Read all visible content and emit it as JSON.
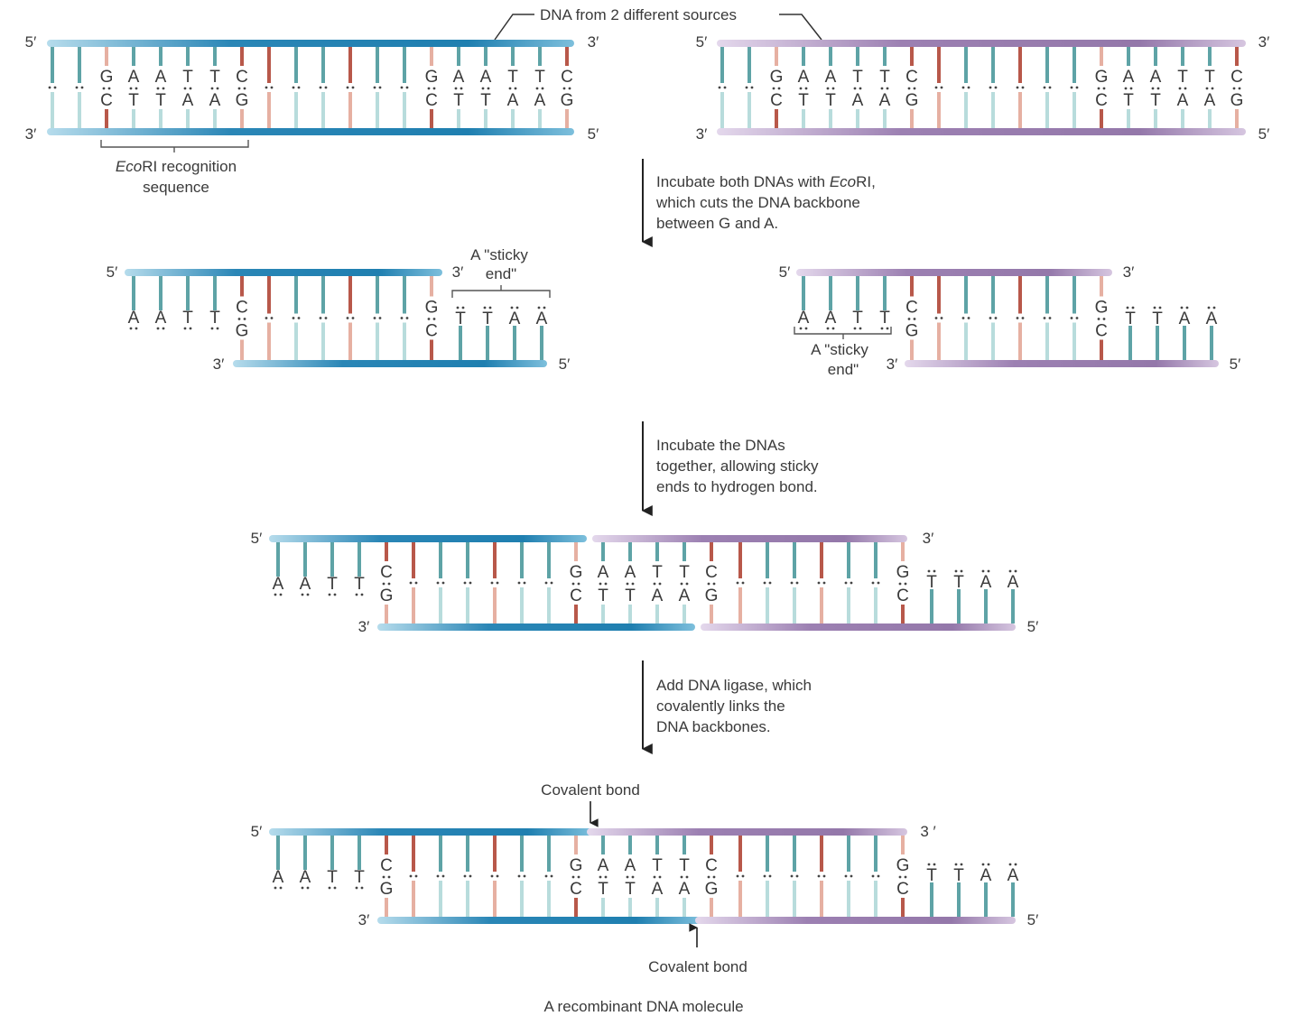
{
  "colors": {
    "blue_strand": "#1f7fb0",
    "blue_light": "#9cd0e6",
    "purple_strand": "#9b7fb0",
    "purple_light": "#ddd0e6",
    "rung_teal": "#5ea3a6",
    "rung_teal_light": "#b8dcdc",
    "rung_red": "#b8584a",
    "rung_pink": "#e6b0a2",
    "text": "#3a3a3a",
    "arrow": "#222222"
  },
  "labels": {
    "dna_sources": "DNA from 2 different sources",
    "ecori_italic": "Eco",
    "ecori_rest": "RI recognition",
    "sequence": "sequence",
    "sticky_line1": "A \"sticky",
    "sticky_line2": "end\"",
    "covalent_top": "Covalent bond",
    "covalent_bottom": "Covalent bond",
    "result": "A recombinant DNA molecule",
    "five_prime": "5′",
    "three_prime": "3′",
    "three_prime_spaced": "3 ′"
  },
  "steps": [
    {
      "lines": [
        [
          {
            "t": "Incubate both DNAs with "
          },
          {
            "t": "Eco",
            "i": true
          },
          {
            "t": "RI,"
          }
        ],
        [
          {
            "t": "which cuts the DNA backbone"
          }
        ],
        [
          {
            "t": "between G and A."
          }
        ]
      ]
    },
    {
      "lines": [
        [
          {
            "t": "Incubate the DNAs"
          }
        ],
        [
          {
            "t": "together, allowing sticky"
          }
        ],
        [
          {
            "t": "ends to hydrogen bond."
          }
        ]
      ]
    },
    {
      "lines": [
        [
          {
            "t": "Add DNA ligase, which"
          }
        ],
        [
          {
            "t": "covalently links the"
          }
        ],
        [
          {
            "t": "DNA backbones."
          }
        ]
      ]
    }
  ],
  "sequences": {
    "site_top": [
      "G",
      "A",
      "A",
      "T",
      "T",
      "C"
    ],
    "site_bottom": [
      "C",
      "T",
      "T",
      "A",
      "A",
      "G"
    ],
    "overhang_top": [
      "A",
      "A",
      "T",
      "T"
    ],
    "overhang_bottom": [
      "T",
      "T",
      "A",
      "A"
    ]
  }
}
